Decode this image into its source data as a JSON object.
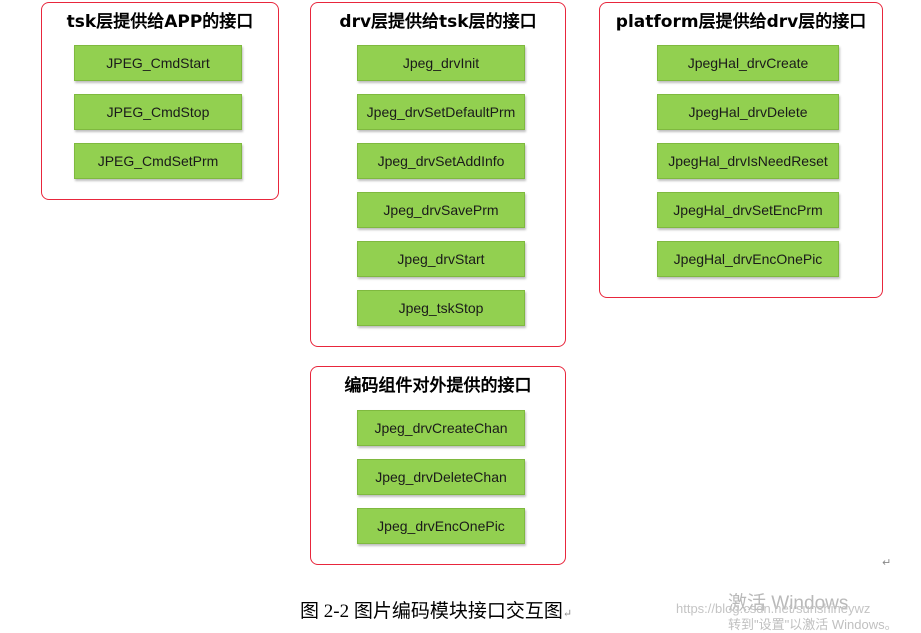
{
  "groups": [
    {
      "title": "tsk层提供给APP的接口",
      "items": [
        "JPEG_CmdStart",
        "JPEG_CmdStop",
        "JPEG_CmdSetPrm"
      ]
    },
    {
      "title": "drv层提供给tsk层的接口",
      "items": [
        "Jpeg_drvInit",
        "Jpeg_drvSetDefaultPrm",
        "Jpeg_drvSetAddInfo",
        "Jpeg_drvSavePrm",
        "Jpeg_drvStart",
        "Jpeg_tskStop"
      ]
    },
    {
      "title": "platform层提供给drv层的接口",
      "items": [
        "JpegHal_drvCreate",
        "JpegHal_drvDelete",
        "JpegHal_drvIsNeedReset",
        "JpegHal_drvSetEncPrm",
        "JpegHal_drvEncOnePic"
      ]
    },
    {
      "title": "编码组件对外提供的接口",
      "items": [
        "Jpeg_drvCreateChan",
        "Jpeg_drvDeleteChan",
        "Jpeg_drvEncOnePic"
      ]
    }
  ],
  "caption": "图  2-2 图片编码模块接口交互图",
  "caption_mark": "↵",
  "pilcrow": "↵",
  "watermark": {
    "title": "激活 Windows",
    "url": "https://blog.csdn.net/sunshineywz",
    "subtitle": "转到\"设置\"以激活 Windows。"
  }
}
